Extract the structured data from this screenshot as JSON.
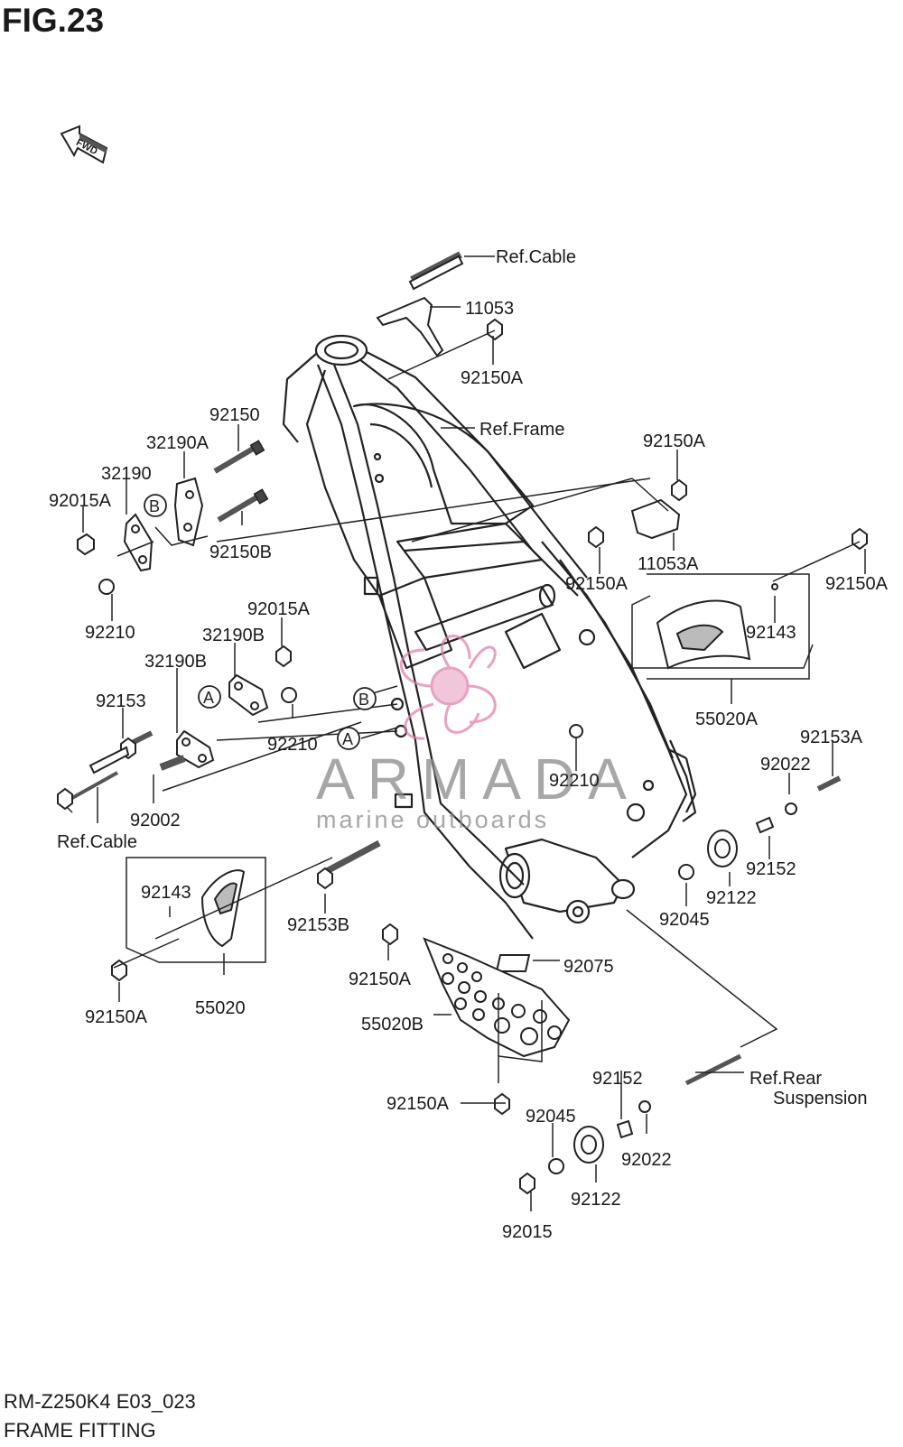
{
  "figure": {
    "title": "FIG.23",
    "code": "RM-Z250K4 E03_023",
    "name": "FRAME FITTING",
    "fwd_label": "FWD"
  },
  "callouts": {
    "A": "A",
    "B": "B"
  },
  "watermark": {
    "brand": "ARMADA",
    "tagline": "marine outboards",
    "accent_color": "#e07aa8",
    "text_color": "#8a8a8a"
  },
  "parts": [
    {
      "id": "ref-cable-top",
      "label": "Ref.Cable"
    },
    {
      "id": "p11053",
      "label": "11053"
    },
    {
      "id": "p92150A-1",
      "label": "92150A"
    },
    {
      "id": "ref-frame",
      "label": "Ref.Frame"
    },
    {
      "id": "p92150",
      "label": "92150"
    },
    {
      "id": "p32190A",
      "label": "32190A"
    },
    {
      "id": "p32190",
      "label": "32190"
    },
    {
      "id": "p92015A-1",
      "label": "92015A"
    },
    {
      "id": "p92150B",
      "label": "92150B"
    },
    {
      "id": "p92210-1",
      "label": "92210"
    },
    {
      "id": "p92015A-2",
      "label": "92015A"
    },
    {
      "id": "p32190B-1",
      "label": "32190B"
    },
    {
      "id": "p32190B-2",
      "label": "32190B"
    },
    {
      "id": "p92153",
      "label": "92153"
    },
    {
      "id": "p92210-2",
      "label": "92210"
    },
    {
      "id": "p92002",
      "label": "92002"
    },
    {
      "id": "ref-cable-left",
      "label": "Ref.Cable"
    },
    {
      "id": "p92150A-2",
      "label": "92150A"
    },
    {
      "id": "p92150A-3",
      "label": "92150A"
    },
    {
      "id": "p11053A",
      "label": "11053A"
    },
    {
      "id": "p92150A-4",
      "label": "92150A"
    },
    {
      "id": "p92143-1",
      "label": "92143"
    },
    {
      "id": "p55020A",
      "label": "55020A"
    },
    {
      "id": "p92153A",
      "label": "92153A"
    },
    {
      "id": "p92022-1",
      "label": "92022"
    },
    {
      "id": "p92210-3",
      "label": "92210"
    },
    {
      "id": "p92152-1",
      "label": "92152"
    },
    {
      "id": "p92122-1",
      "label": "92122"
    },
    {
      "id": "p92045-1",
      "label": "92045"
    },
    {
      "id": "p92143-2",
      "label": "92143"
    },
    {
      "id": "p92153B",
      "label": "92153B"
    },
    {
      "id": "p92150A-5",
      "label": "92150A"
    },
    {
      "id": "p55020",
      "label": "55020"
    },
    {
      "id": "p92150A-6",
      "label": "92150A"
    },
    {
      "id": "p92075",
      "label": "92075"
    },
    {
      "id": "p55020B",
      "label": "55020B"
    },
    {
      "id": "p92150A-7",
      "label": "92150A"
    },
    {
      "id": "p92152-2",
      "label": "92152"
    },
    {
      "id": "p92045-2",
      "label": "92045"
    },
    {
      "id": "p92022-2",
      "label": "92022"
    },
    {
      "id": "p92122-2",
      "label": "92122"
    },
    {
      "id": "p92015",
      "label": "92015"
    }
  ],
  "ref_rear_suspension": {
    "line1": "Ref.Rear",
    "line2": "Suspension"
  }
}
